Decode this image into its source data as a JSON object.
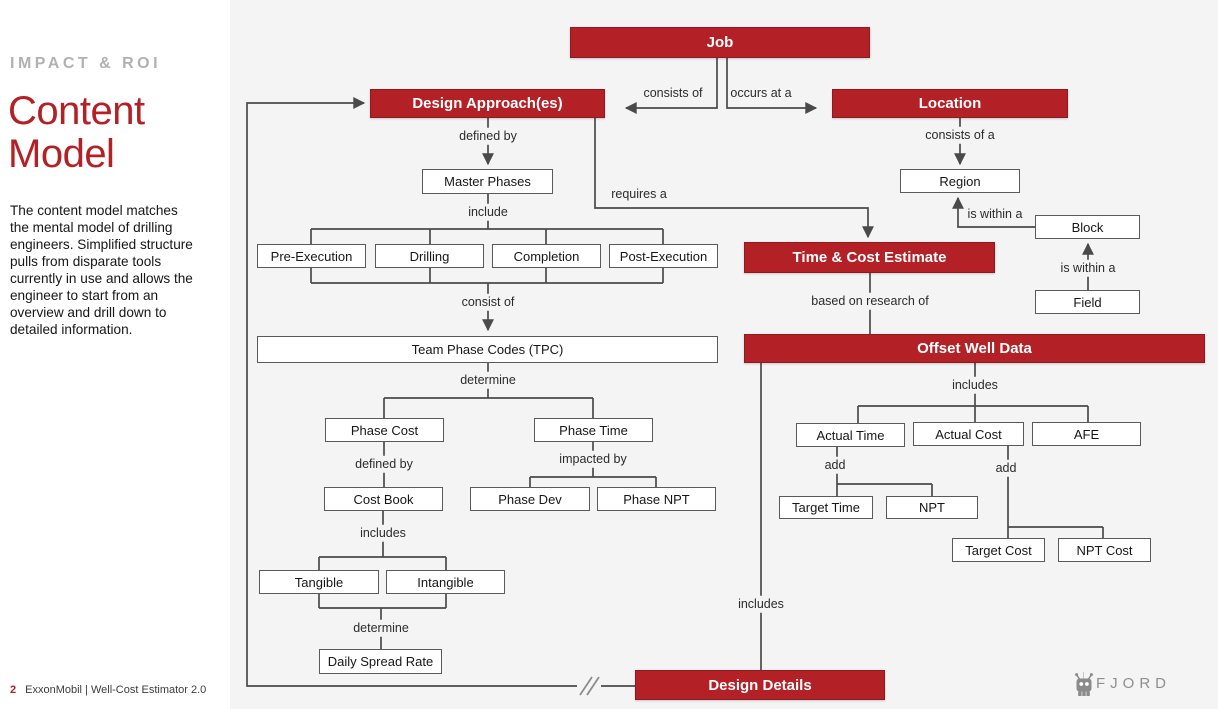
{
  "sidebar": {
    "eyebrow": "IMPACT & ROI",
    "title": "Content Model",
    "description": "The content model matches the mental model of drilling engineers. Simplified structure pulls from disparate tools currently in use and allows the engineer to start from an overview and drill down to detailed information.",
    "page_number": "2",
    "footer": "ExxonMobil | Well-Cost Estimator 2.0"
  },
  "colors": {
    "accent_red": "#b32127",
    "line_gray": "#4a4a4a",
    "canvas_background": "#f4f4f5",
    "sidebar_background": "#ffffff"
  },
  "diagram": {
    "nodes": {
      "job": "Job",
      "design_approaches": "Design Approach(es)",
      "location": "Location",
      "master_phases": "Master Phases",
      "region": "Region",
      "block": "Block",
      "field": "Field",
      "pre_execution": "Pre-Execution",
      "drilling": "Drilling",
      "completion": "Completion",
      "post_execution": "Post-Execution",
      "time_cost_estimate": "Time & Cost Estimate",
      "team_phase_codes": "Team Phase Codes (TPC)",
      "offset_well_data": "Offset Well Data",
      "phase_cost": "Phase Cost",
      "phase_time": "Phase Time",
      "cost_book": "Cost Book",
      "phase_dev": "Phase Dev",
      "phase_npt": "Phase NPT",
      "actual_time": "Actual Time",
      "actual_cost": "Actual Cost",
      "afe": "AFE",
      "target_time": "Target Time",
      "npt": "NPT",
      "target_cost": "Target Cost",
      "npt_cost": "NPT Cost",
      "tangible": "Tangible",
      "intangible": "Intangible",
      "daily_spread_rate": "Daily Spread Rate",
      "design_details": "Design Details"
    },
    "edge_labels": {
      "consists_of": "consists of",
      "occurs_at_a": "occurs at a",
      "defined_by_1": "defined by",
      "include": "include",
      "requires_a": "requires a",
      "consists_of_a": "consists of a",
      "is_within_a_1": "is within a",
      "is_within_a_2": "is within a",
      "consist_of": "consist of",
      "determine_1": "determine",
      "defined_by_2": "defined by",
      "impacted_by": "impacted by",
      "includes_1": "includes",
      "determine_2": "determine",
      "based_on_research_of": "based on research of",
      "includes_2": "includes",
      "add_1": "add",
      "add_2": "add",
      "includes_3": "includes"
    }
  },
  "brand": {
    "name": "FJORD",
    "logo_icon": "fjord-robot-icon"
  }
}
